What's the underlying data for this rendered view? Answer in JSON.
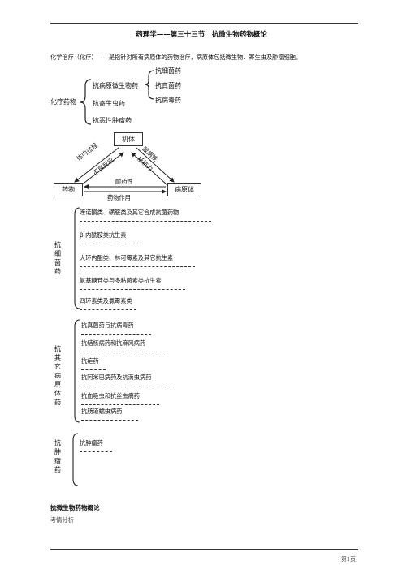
{
  "title": "药理学——第三十三节　抗微生物药物概论",
  "intro": "化学治疗（化疗）——是指针对所有病原体的药物治疗，病原体包括微生物、寄生虫及肿瘤细胞。",
  "tree": {
    "root": "化疗药物",
    "branches": [
      "抗病原微生物药",
      "抗寄生虫药",
      "抗恶性肿瘤药"
    ],
    "sub": [
      "抗细菌药",
      "抗真菌药",
      "抗病毒药"
    ]
  },
  "triangle": {
    "top": "机体",
    "left": "药物",
    "right": "病原体",
    "left_edge_outer": "体内过程",
    "left_edge_inner": "不良反应",
    "right_edge_outer": "致病性",
    "right_edge_inner": "抵抗力",
    "bottom_upper": "耐药性",
    "bottom_lower": "药物作用"
  },
  "groups": [
    {
      "label": "抗细菌药",
      "items": [
        "喹诺酮类、磺胺类及其它合成抗菌药物",
        "β-内酰胺类抗生素",
        "大环内酯类、林可霉素及其它抗生素",
        "氨基糖苷类与多粘菌素类抗生素",
        "四环素类及氯霉素类"
      ]
    },
    {
      "label": "抗其它病原体药",
      "items": [
        "抗真菌药与抗病毒药",
        "抗结核病药和抗麻风病药",
        "抗疟药",
        "抗阿米巴病药及抗滴虫病药",
        "抗血吸虫和抗丝虫病药",
        "抗肠道蠕虫病药"
      ]
    },
    {
      "label": "抗肿瘤药",
      "items": [
        "抗肿瘤药"
      ]
    }
  ],
  "footer": {
    "heading": "抗微生物药物概论",
    "sub": "考情分析",
    "page": "第1页"
  }
}
